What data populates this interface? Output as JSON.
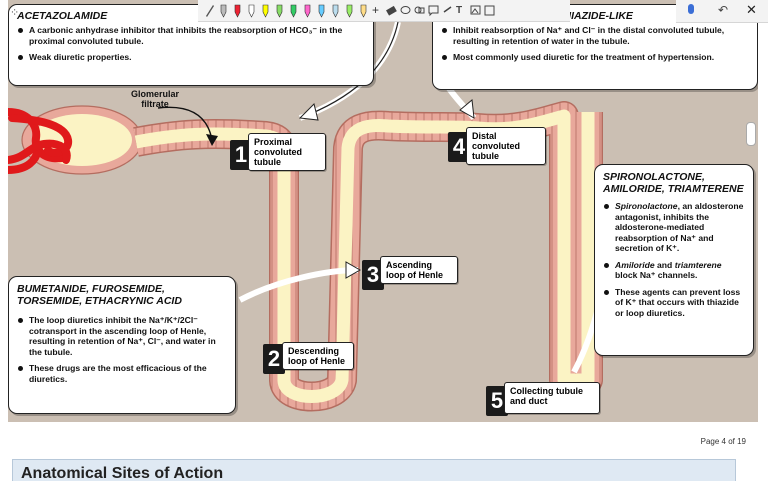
{
  "toolbar": {
    "left_icons": [
      "cursor-dots-icon",
      "pen-icon",
      "pen-red-icon",
      "pen-icon",
      "pen-icon",
      "pen-icon",
      "pen-icon",
      "pen-icon",
      "pen-icon",
      "pen-icon",
      "pen-icon",
      "pen-icon",
      "pen-icon",
      "add-icon"
    ],
    "tools": [
      "eraser-icon",
      "lasso-icon",
      "shapes-icon",
      "comment-icon",
      "link-icon",
      "text-icon",
      "image-icon",
      "more-icon"
    ],
    "right_icons": [
      "mic-icon",
      "undo-icon",
      "close-icon"
    ]
  },
  "slide": {
    "box_acetazolamide": {
      "title": "ACETAZOLAMIDE",
      "bullets": [
        "A carbonic anhydrase inhibitor that inhibits the reabsorption of HCO₃⁻ in the proximal convoluted tubule.",
        "Weak diuretic properties."
      ]
    },
    "box_thiazide": {
      "title": "THIAZIDE-LIKE",
      "bullets": [
        "Inhibit reabsorption of Na⁺ and Cl⁻ in the distal convoluted tubule, resulting in retention of water in the tubule.",
        "Most commonly used diuretic for the treatment of hypertension."
      ]
    },
    "box_spironolactone": {
      "title": "SPIRONOLACTONE, AMILORIDE, TRIAMTERENE",
      "bullet1_drug": "Spironolactone",
      "bullet1_rest": ", an aldosterone antagonist, inhibits the aldosterone-mediated reabsorption of Na⁺ and secretion of K⁺.",
      "bullet2_drug1": "Amiloride",
      "bullet2_and": " and ",
      "bullet2_drug2": "triamterene",
      "bullet2_rest": " block Na⁺ channels.",
      "bullet3": "These agents can prevent loss of K⁺ that occurs with thiazide or loop diuretics."
    },
    "box_loop": {
      "title": "BUMETANIDE, FUROSEMIDE, TORSEMIDE, ETHACRYNIC ACID",
      "bullets": [
        "The loop diuretics inhibit the Na⁺/K⁺/2Cl⁻ cotransport in the ascending loop of Henle, resulting in retention of Na⁺, Cl⁻, and water in the tubule.",
        "These drugs are the most efficacious of the diuretics."
      ]
    },
    "glomerular_label": "Glomerular filtrate",
    "sites": [
      {
        "num": "1",
        "label": "Proximal convoluted tubule"
      },
      {
        "num": "2",
        "label": "Descending loop of Henle"
      },
      {
        "num": "3",
        "label": "Ascending loop of Henle"
      },
      {
        "num": "4",
        "label": "Distal convoluted tubule"
      },
      {
        "num": "5",
        "label": "Collecting tubule and duct"
      }
    ],
    "colors": {
      "background": "#cbbfb3",
      "tubule_wall": "#e8a89b",
      "tubule_lumen": "#fbf3c4",
      "glomerulus": "#e0191b"
    }
  },
  "footer": {
    "page_info": "Page 4 of 19",
    "section_title": "Anatomical Sites of Action"
  }
}
